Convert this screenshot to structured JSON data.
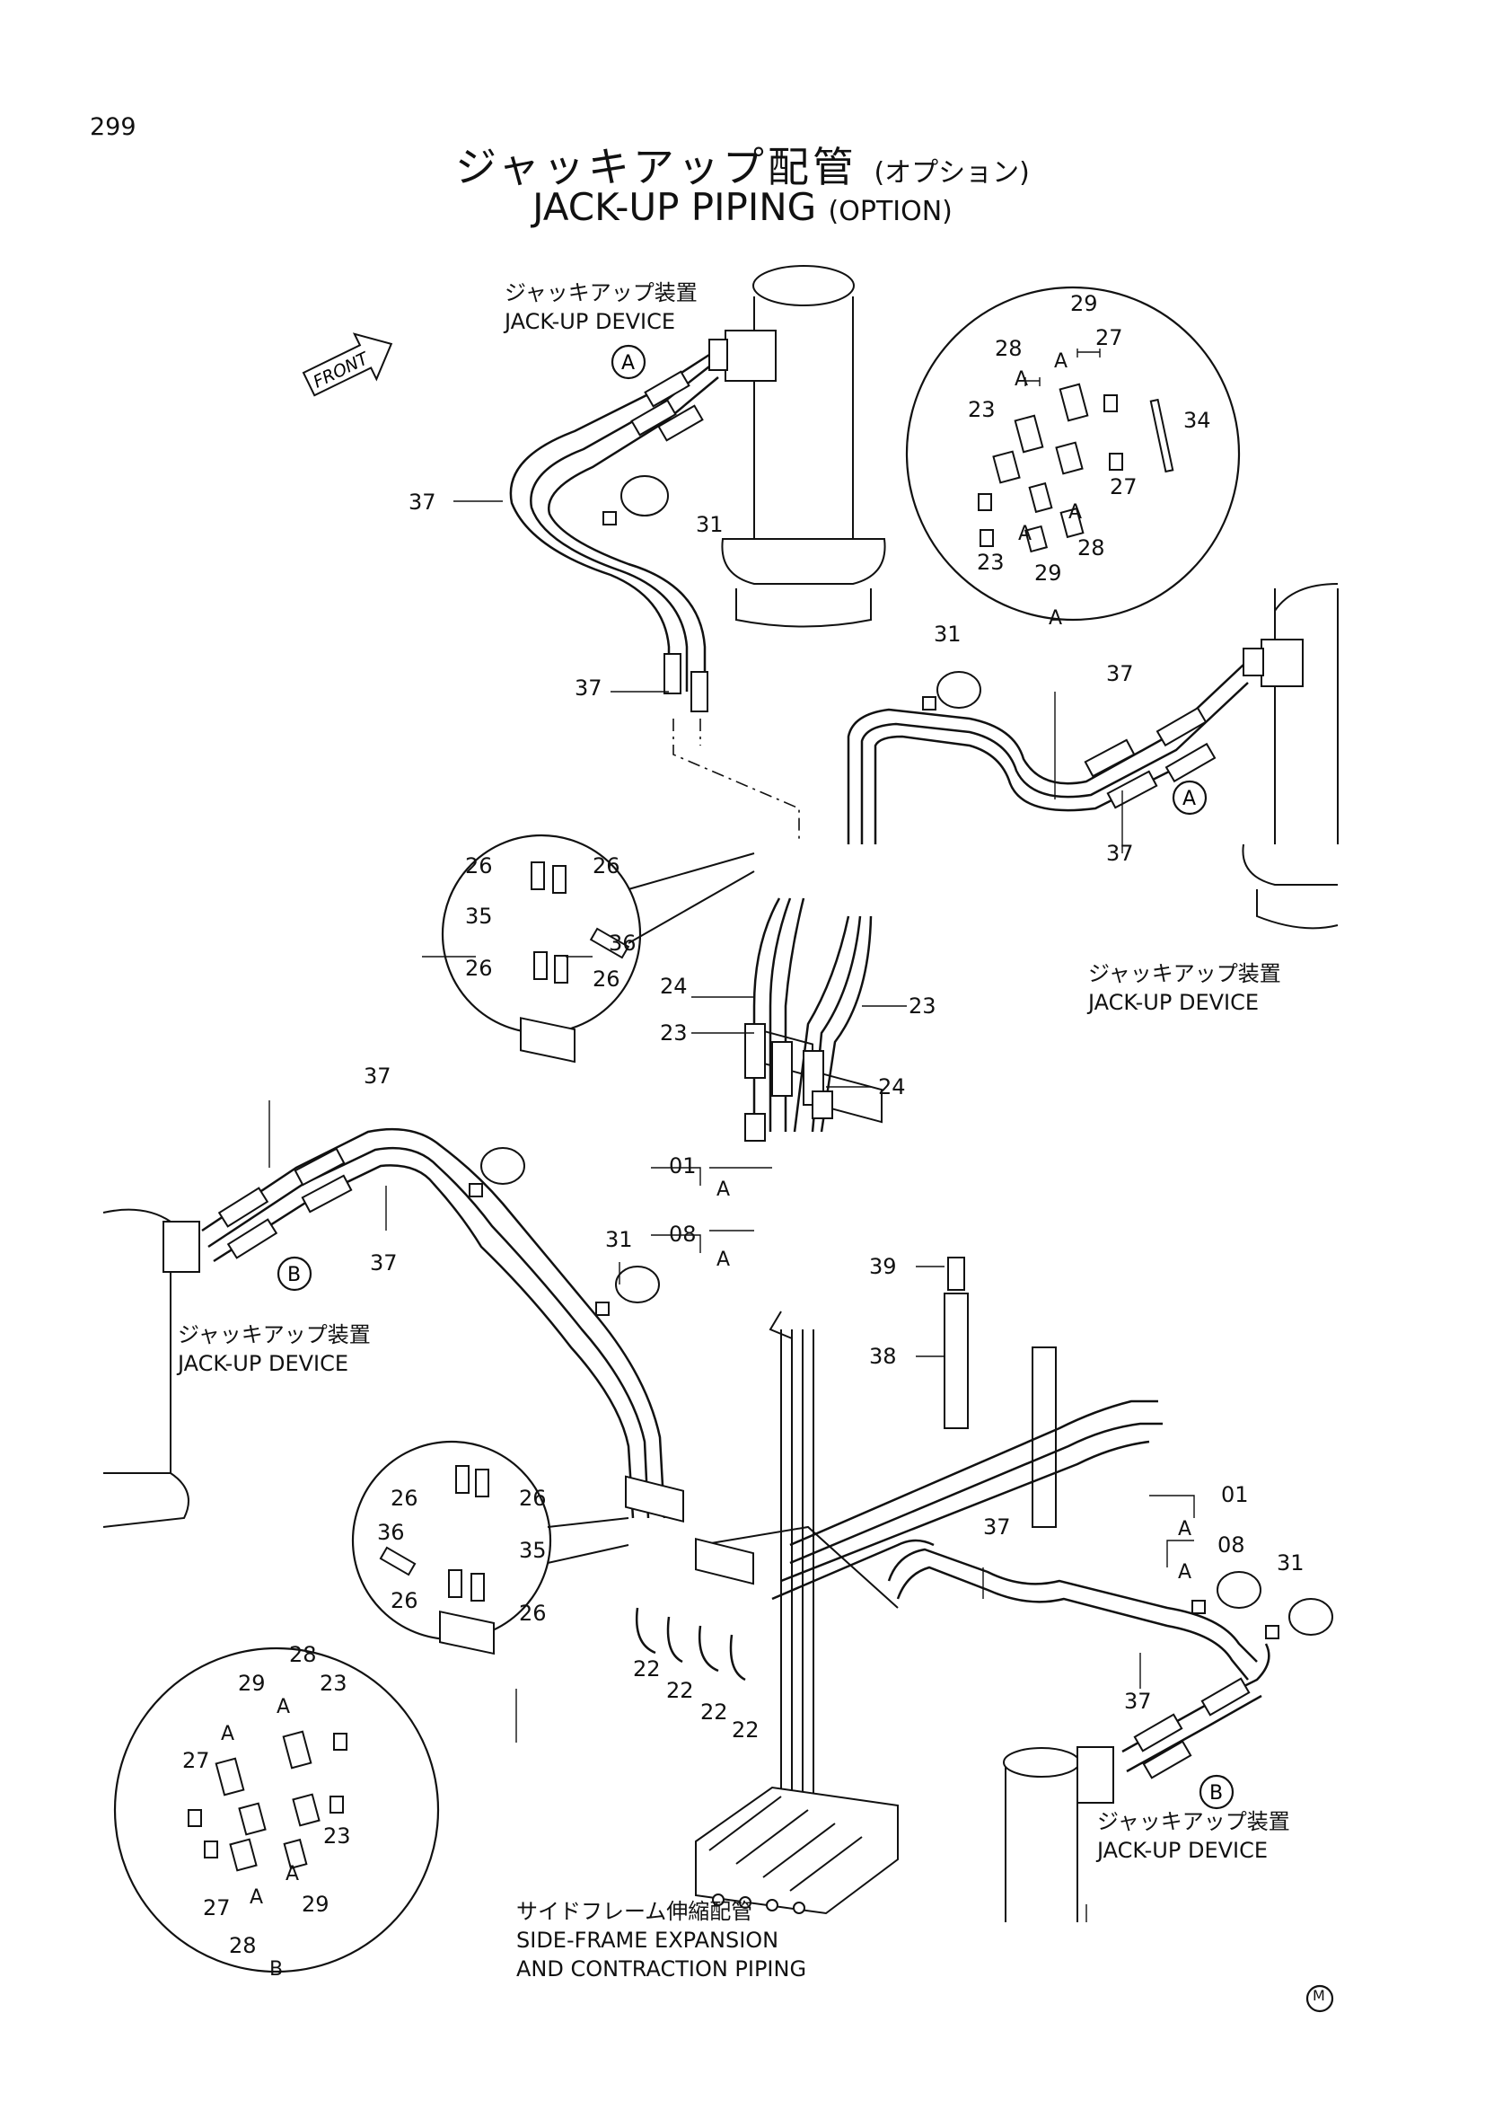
{
  "page_number": "299",
  "title": {
    "jp": "ジャッキアップ配管",
    "jp_note": "(オプション)",
    "en": "JACK-UP PIPING",
    "en_note": "(OPTION)"
  },
  "front_arrow": "FRONT",
  "labels": {
    "jack_up_top_jp": "ジャッキアップ装置",
    "jack_up_top_en": "JACK-UP DEVICE",
    "jack_up_right_jp": "ジャッキアップ装置",
    "jack_up_right_en": "JACK-UP DEVICE",
    "jack_up_left_jp": "ジャッキアップ装置",
    "jack_up_left_en": "JACK-UP DEVICE",
    "jack_up_bottom_jp": "ジャッキアップ装置",
    "jack_up_bottom_en": "JACK-UP DEVICE",
    "side_frame_jp": "サイドフレーム伸縮配管",
    "side_frame_en1": "SIDE-FRAME EXPANSION",
    "side_frame_en2": "AND CONTRACTION PIPING"
  },
  "detail_marks": {
    "a": "A",
    "b": "B"
  },
  "part_numbers": {
    "p01": "01",
    "p08": "08",
    "p22": "22",
    "p23": "23",
    "p24": "24",
    "p26": "26",
    "p27": "27",
    "p28": "28",
    "p29": "29",
    "p31": "31",
    "p34": "34",
    "p35": "35",
    "p36": "36",
    "p37": "37",
    "p38": "38",
    "p39": "39"
  },
  "mark_symbol": "M"
}
